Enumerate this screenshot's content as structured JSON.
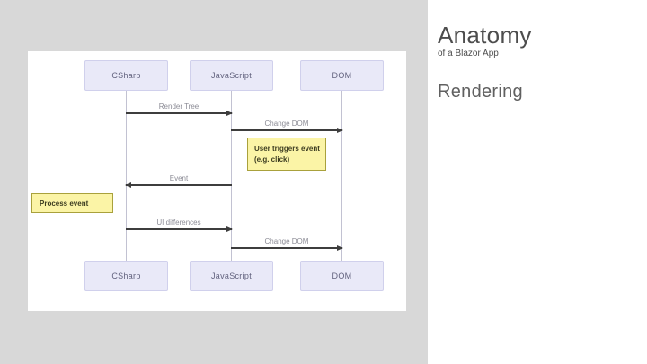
{
  "slide": {
    "title": "Anatomy",
    "subtitle": "of a Blazor App",
    "section_heading": "Rendering"
  },
  "diagram": {
    "actors": [
      "CSharp",
      "JavaScript",
      "DOM"
    ],
    "messages": [
      {
        "label": "Render Tree",
        "from": "CSharp",
        "to": "JavaScript",
        "direction": "right"
      },
      {
        "label": "Change DOM",
        "from": "JavaScript",
        "to": "DOM",
        "direction": "right"
      },
      {
        "label": "Event",
        "from": "JavaScript",
        "to": "CSharp",
        "direction": "left"
      },
      {
        "label": "UI differences",
        "from": "CSharp",
        "to": "JavaScript",
        "direction": "right"
      },
      {
        "label": "Change DOM",
        "from": "JavaScript",
        "to": "DOM",
        "direction": "right"
      }
    ],
    "notes": [
      {
        "line1": "User triggers event",
        "line2": "(e.g. click)"
      },
      {
        "line1": "Process event"
      }
    ]
  },
  "colors": {
    "backdrop_gray": "#d8d8d8",
    "canvas_white": "#ffffff",
    "actor_fill": "#e9e9f8",
    "actor_border": "#d0d0ec",
    "actor_text": "#62627e",
    "arrow_line": "#3d3d3d",
    "message_label_text": "#8b8b95",
    "lifeline": "#c2c2d2",
    "note_fill": "#fbf4a6",
    "note_border": "#a9a13c",
    "note_text": "#3c3c20",
    "title_text": "#4d4d4d",
    "section_text": "#606060"
  }
}
